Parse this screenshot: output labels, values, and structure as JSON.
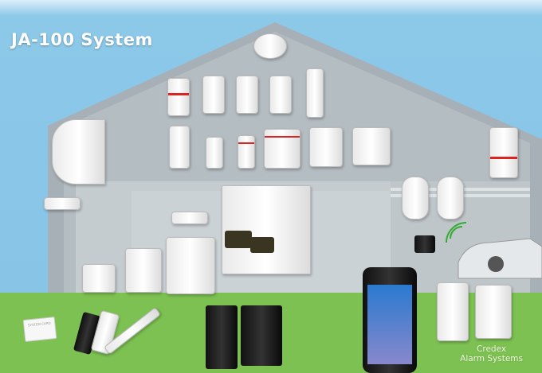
{
  "header": {
    "title": "JA-100 System"
  },
  "card": {
    "label": "SYSTEM CARD"
  },
  "footer": {
    "brand_line1": "Credex",
    "brand_line2": "Alarm Systems"
  },
  "colors": {
    "sky": "#86c3e6",
    "house": "#a9b3b8",
    "room": "#c4cbcf",
    "grass": "#7dc152",
    "accent_red": "#d22222"
  }
}
